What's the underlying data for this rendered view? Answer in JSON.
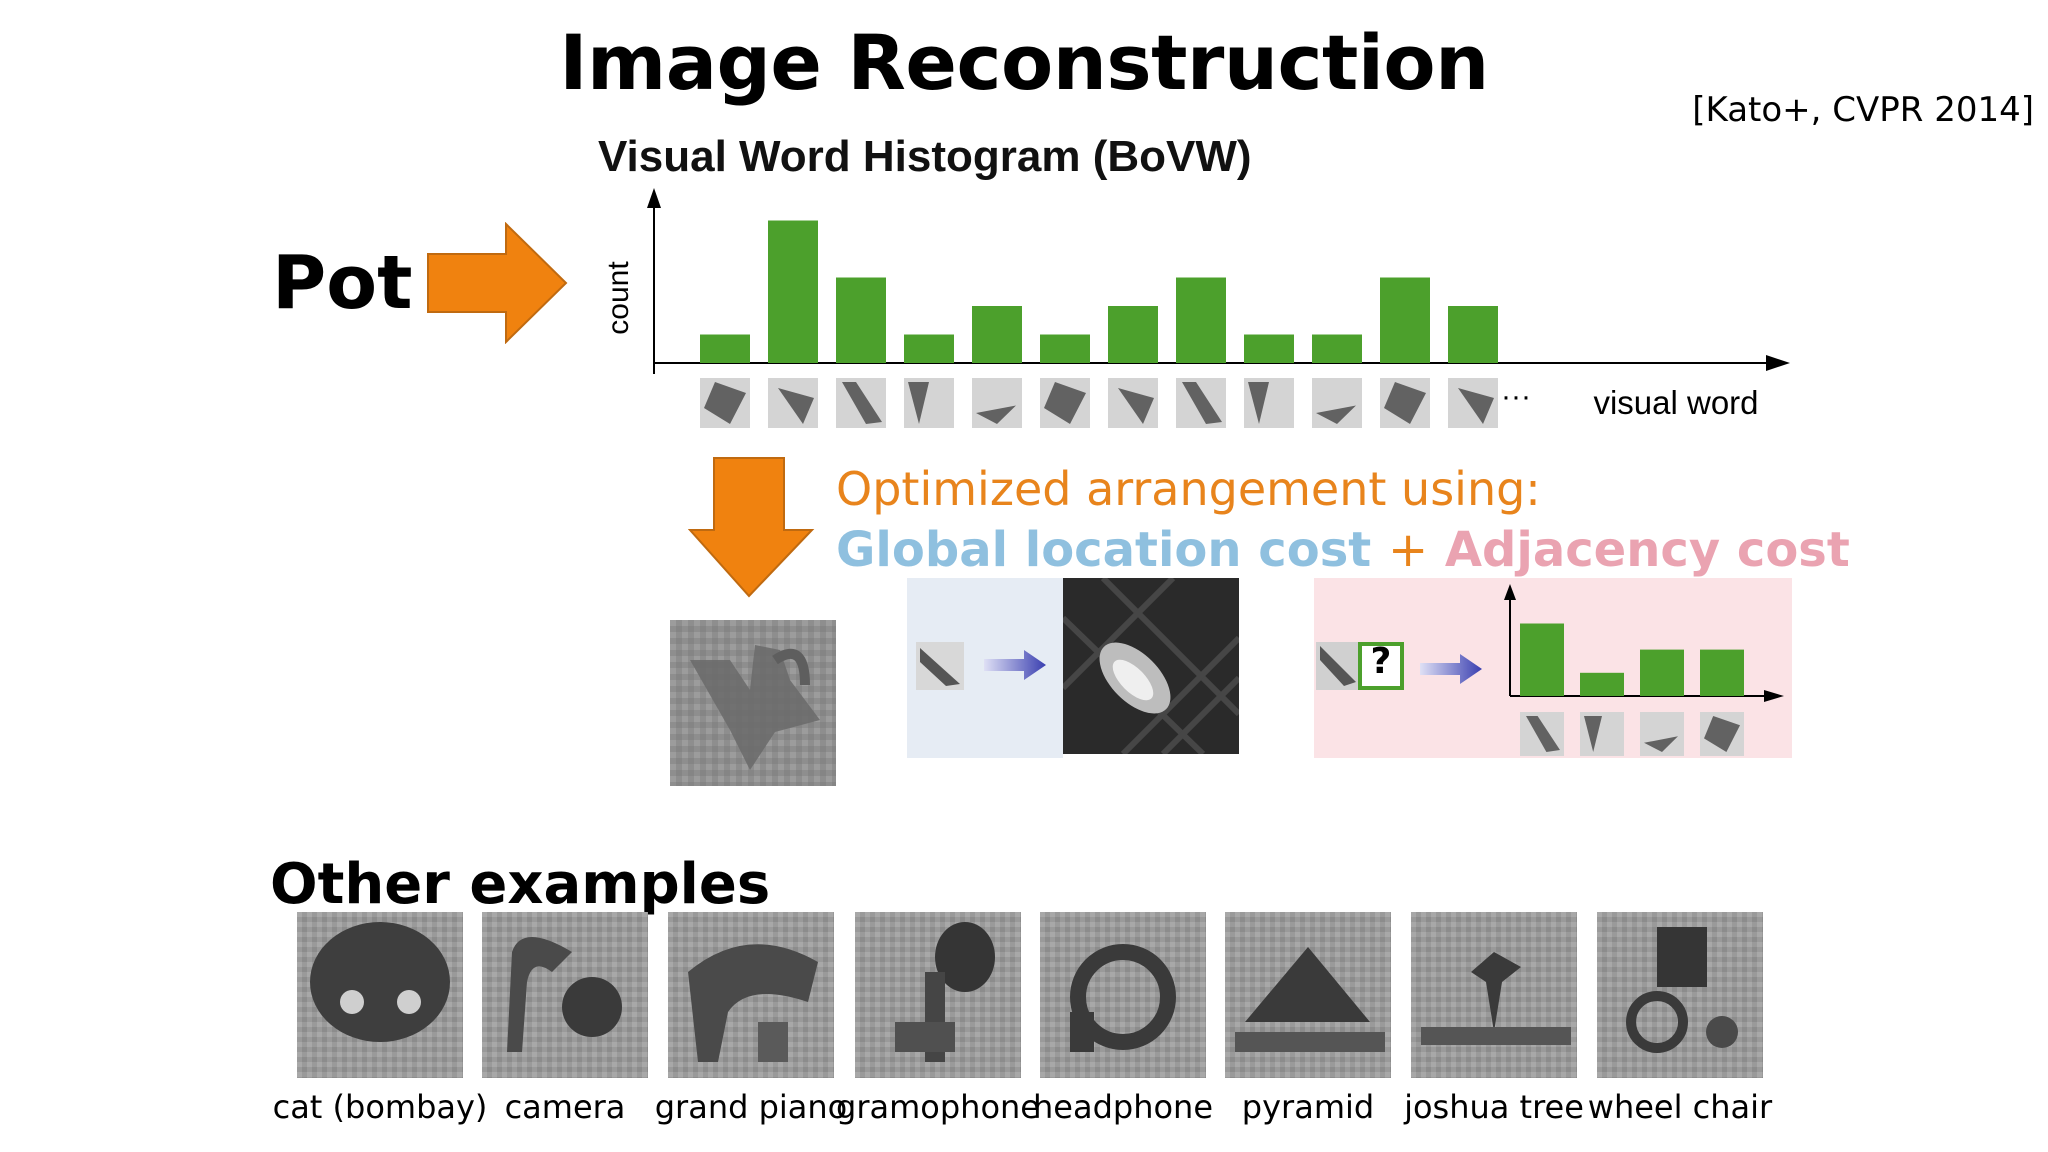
{
  "title": "Image Reconstruction",
  "citation": "[Kato+, CVPR 2014]",
  "histogram": {
    "title": "Visual Word Histogram (BoVW)",
    "ylabel": "count",
    "xlabel": "visual word",
    "ellipsis": "···"
  },
  "input_label": "Pot",
  "optimization": {
    "line1": "Optimized arrangement using:",
    "global_cost": "Global location cost",
    "plus": "+",
    "adjacency_cost": "Adjacency cost"
  },
  "question_mark": "?",
  "other_examples": {
    "title": "Other examples",
    "items": [
      {
        "label": "cat (bombay)"
      },
      {
        "label": "camera"
      },
      {
        "label": "grand piano"
      },
      {
        "label": "gramophone"
      },
      {
        "label": "headphone"
      },
      {
        "label": "pyramid"
      },
      {
        "label": "joshua tree"
      },
      {
        "label": "wheel chair"
      }
    ]
  },
  "colors": {
    "bar_green": "#4ca02c",
    "arrow_orange": "#f0820f",
    "blue_arrow": "#3a3fb0"
  },
  "chart_data": [
    {
      "type": "bar",
      "title": "Visual Word Histogram (BoVW)",
      "xlabel": "visual word",
      "ylabel": "count",
      "values": [
        1,
        5,
        3,
        1,
        2,
        1,
        2,
        3,
        1,
        1,
        3,
        2
      ],
      "ylim": [
        0,
        6
      ],
      "grid": false
    },
    {
      "type": "bar",
      "values": [
        2.5,
        0.8,
        1.6,
        1.6
      ],
      "grid": false
    }
  ]
}
